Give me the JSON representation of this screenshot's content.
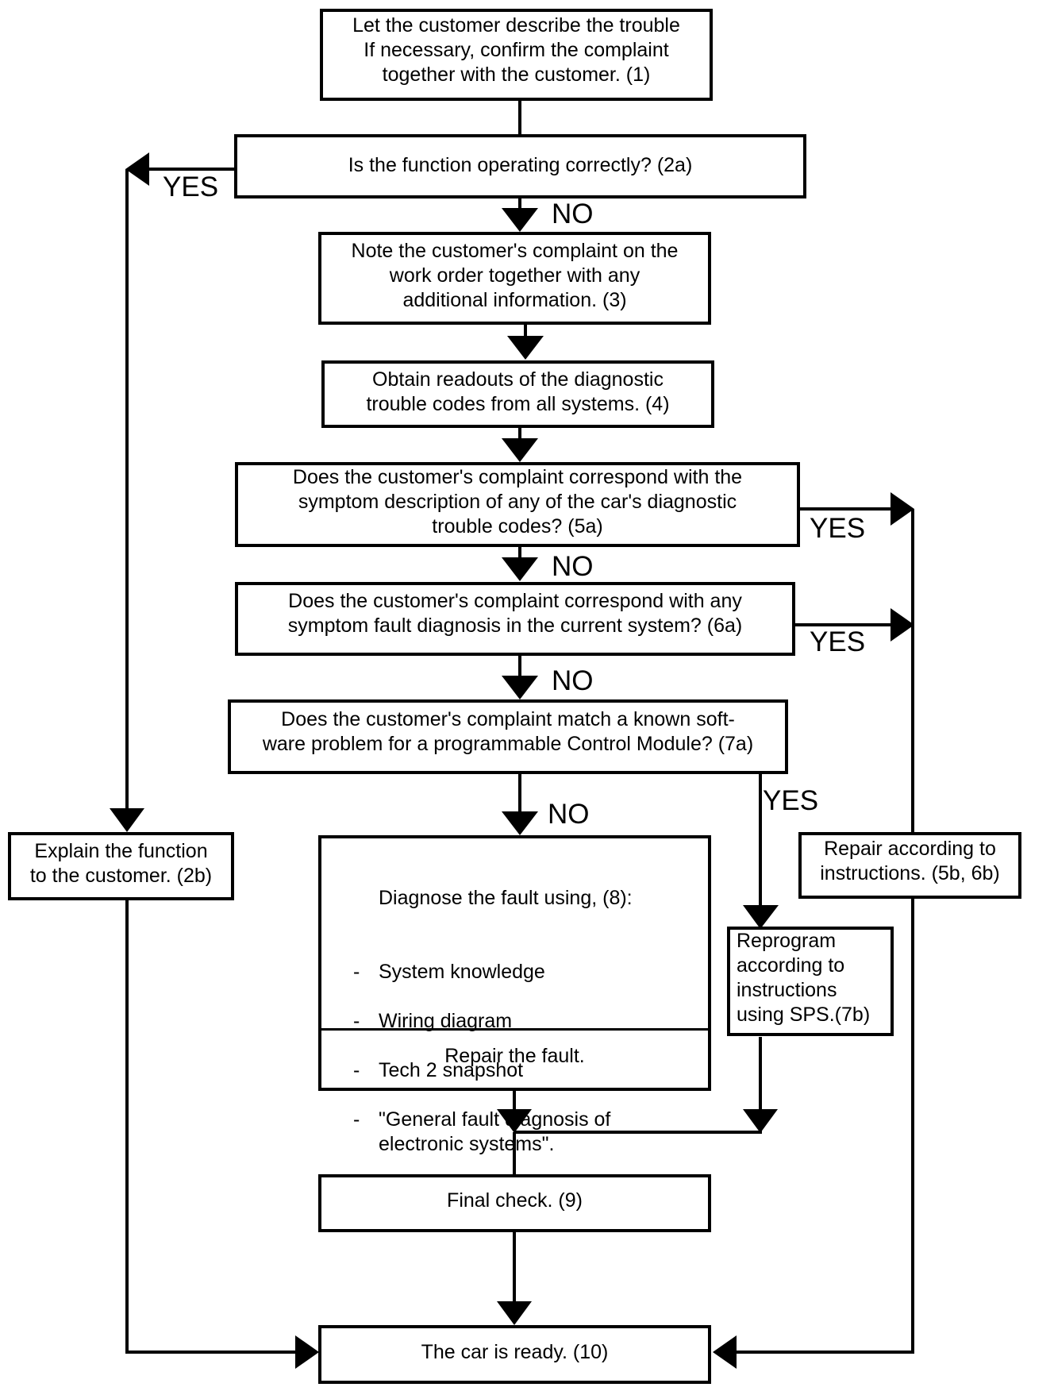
{
  "steps": {
    "s1": "Let the customer describe the trouble\nIf necessary, confirm the complaint\ntogether with the customer. (1)",
    "s2a": "Is the function operating correctly?   (2a)",
    "s2b": "Explain the function\nto the customer. (2b)",
    "s3": "Note the customer's complaint on the\nwork order together with any\nadditional information.  (3)",
    "s4": "Obtain readouts of the diagnostic\ntrouble codes from all systems. (4)",
    "s5a": "Does the customer's complaint correspond with the\nsymptom description of any of the car's diagnostic\ntrouble codes? (5a)",
    "s6a": "Does the customer's complaint correspond with any\nsymptom fault diagnosis in the current system? (6a)",
    "s7a": "Does the customer's complaint match a known soft-\nware problem for a programmable Control Module? (7a)",
    "s8_title": "Diagnose the fault using, (8):",
    "s8_items": [
      "System knowledge",
      "Wiring diagram",
      "Tech 2 snapshot",
      "\"General fault diagnosis of\nelectronic systems\"."
    ],
    "s8_repair": "Repair the fault.",
    "s7b": "Reprogram\naccording to\ninstructions\nusing SPS.(7b)",
    "s5b6b": "Repair according to\ninstructions. (5b, 6b)",
    "s9": "Final check. (9)",
    "s10": "The car is ready. (10)"
  },
  "labels": {
    "yes": "YES",
    "no": "NO",
    "dash": "-"
  }
}
